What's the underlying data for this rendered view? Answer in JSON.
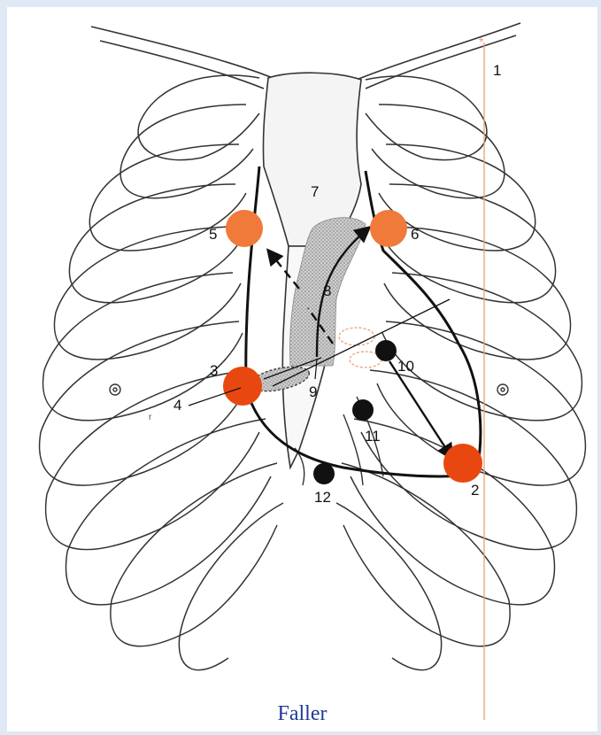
{
  "caption": "Faller",
  "labels": {
    "l1": "1",
    "l2": "2",
    "l3": "3",
    "l4": "4",
    "l5": "5",
    "l6": "6",
    "l7": "7",
    "l8": "8",
    "l9": "9",
    "l10": "10",
    "l11": "11",
    "l12": "12"
  },
  "colors": {
    "auscultation_red": "#e8480f",
    "auscultation_orange": "#f07a3a",
    "marker_black": "#111111",
    "midclavicular_line": "#e8a07a",
    "caption": "#1f3a93"
  }
}
